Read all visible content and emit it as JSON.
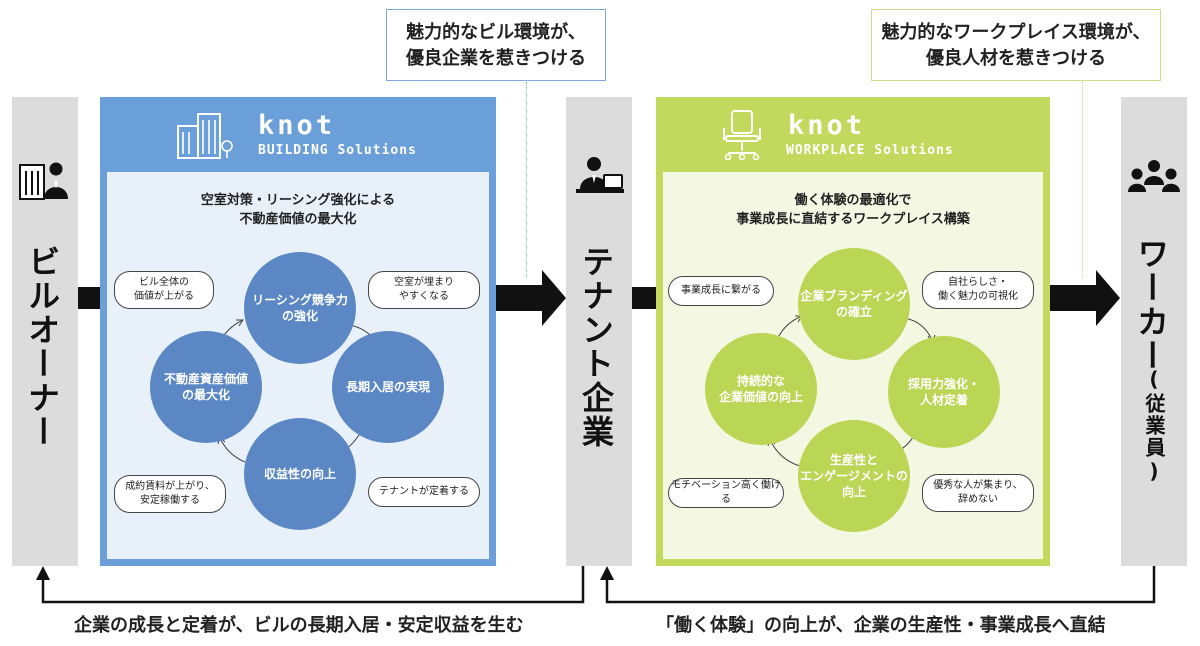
{
  "callouts": {
    "building": [
      "魅力的なビル環境が、",
      "優良企業を惹きつける"
    ],
    "workplace": [
      "魅力的なワークプレイス環境が、",
      "優良人材を惹きつける"
    ]
  },
  "actors": {
    "owner": "ビルオーナー",
    "tenant": "テナント企業",
    "worker": "ワーカー",
    "worker_note": "(従業員)"
  },
  "building": {
    "brand": "knot",
    "brand_sub": "BUILDING Solutions",
    "heading": [
      "空室対策・リーシング強化による",
      "不動産価値の最大化"
    ],
    "circles": {
      "top": [
        "リーシング競争力",
        "の強化"
      ],
      "right": [
        "長期入居の実現"
      ],
      "bottom": [
        "収益性の向上"
      ],
      "left": [
        "不動産資産価値",
        "の最大化"
      ]
    },
    "bubbles": {
      "top_left": [
        "ビル全体の",
        "価値が上がる"
      ],
      "top_right": [
        "空室が埋まり",
        "やすくなる"
      ],
      "bottom_left": [
        "成約賃料が上がり、",
        "安定稼働する"
      ],
      "bottom_right": [
        "テナントが定着する"
      ]
    }
  },
  "workplace": {
    "brand": "knot",
    "brand_sub": "WORKPLACE Solutions",
    "heading": [
      "働く体験の最適化で",
      "事業成長に直結するワークプレイス構築"
    ],
    "circles": {
      "top": [
        "企業ブランディング",
        "の確立"
      ],
      "right": [
        "採用力強化・",
        "人材定着"
      ],
      "bottom": [
        "生産性と",
        "エンゲージメントの",
        "向上"
      ],
      "left": [
        "持続的な",
        "企業価値の向上"
      ]
    },
    "bubbles": {
      "top_left": [
        "事業成長に繋がる"
      ],
      "top_right": [
        "自社らしさ・",
        "働く魅力の可視化"
      ],
      "bottom_left": [
        "モチベーション高く働ける"
      ],
      "bottom_right": [
        "優秀な人が集まり、",
        "辞めない"
      ]
    }
  },
  "footer": {
    "left": "企業の成長と定着が、ビルの長期入居・安定収益を生む",
    "right": "「働く体験」の向上が、企業の生産性・事業成長へ直結"
  },
  "colors": {
    "building_panel": "#6a9fda",
    "building_circle": "#5b88c4",
    "workplace_panel": "#c3d95e",
    "workplace_circle": "#bbd554",
    "actor_column": "#dcdcdc",
    "arrow": "#111111"
  }
}
